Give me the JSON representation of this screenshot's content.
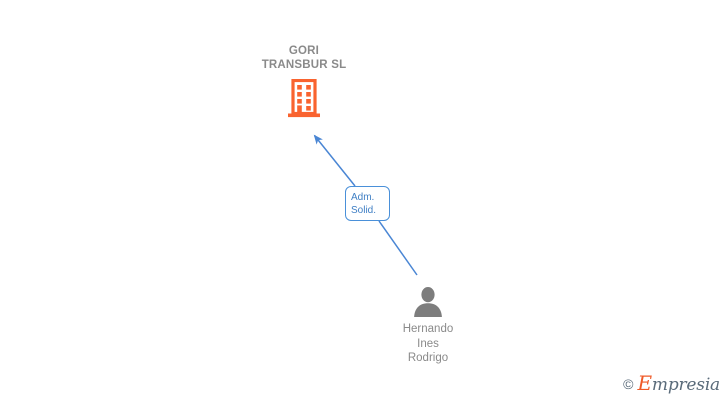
{
  "diagram": {
    "background_color": "#ffffff",
    "company": {
      "name": "GORI\nTRANSBUR SL",
      "icon": "building-icon",
      "icon_color": "#f9632f",
      "label_color": "#8a8a8a"
    },
    "person": {
      "name": "Hernando\nInes\nRodrigo",
      "icon": "person-icon",
      "icon_color": "#7d7d7d",
      "label_color": "#8a8a8a"
    },
    "relation": {
      "line1": "Adm.",
      "line2": "Solid.",
      "border_color": "#4a90d9",
      "text_color": "#3f7fc4",
      "connector_color": "#4a86d4"
    }
  },
  "watermark": {
    "copyright_symbol": "©",
    "brand_initial": "E",
    "brand_rest": "mpresia",
    "brand_color": "#5a6b7a",
    "initial_color": "#ef5a28"
  }
}
